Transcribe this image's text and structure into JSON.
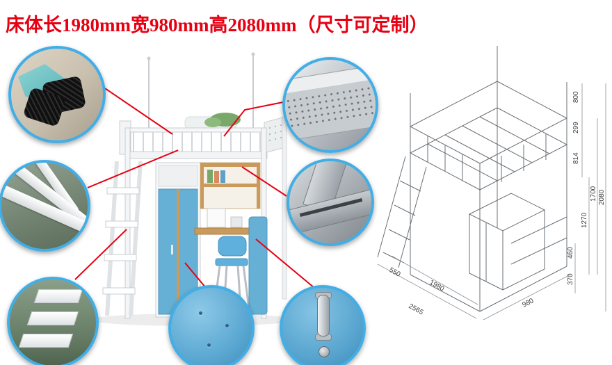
{
  "title": "床体长1980mm宽980mm高2080mm（尺寸可定制）",
  "colors": {
    "accent_red": "#e60012",
    "callout_border": "#42aee6",
    "panel_blue": "#66b0d6",
    "wood": "#c99a5b"
  },
  "callouts": [
    {
      "id": "foot-pads",
      "icon": "plastic-foot-pad-icon"
    },
    {
      "id": "steel-tubes",
      "icon": "steel-tube-icon"
    },
    {
      "id": "ladder-steps",
      "icon": "ladder-step-icon"
    },
    {
      "id": "perforated-panel",
      "icon": "perforated-panel-icon"
    },
    {
      "id": "beam-joint",
      "icon": "beam-joint-icon"
    },
    {
      "id": "blue-panel",
      "icon": "panel-surface-icon"
    },
    {
      "id": "door-handle",
      "icon": "handle-lock-icon"
    }
  ],
  "drawing": {
    "dims": [
      "800",
      "299",
      "814",
      "1270",
      "1700",
      "2080",
      "460",
      "370",
      "550",
      "1980",
      "2565",
      "980"
    ]
  }
}
